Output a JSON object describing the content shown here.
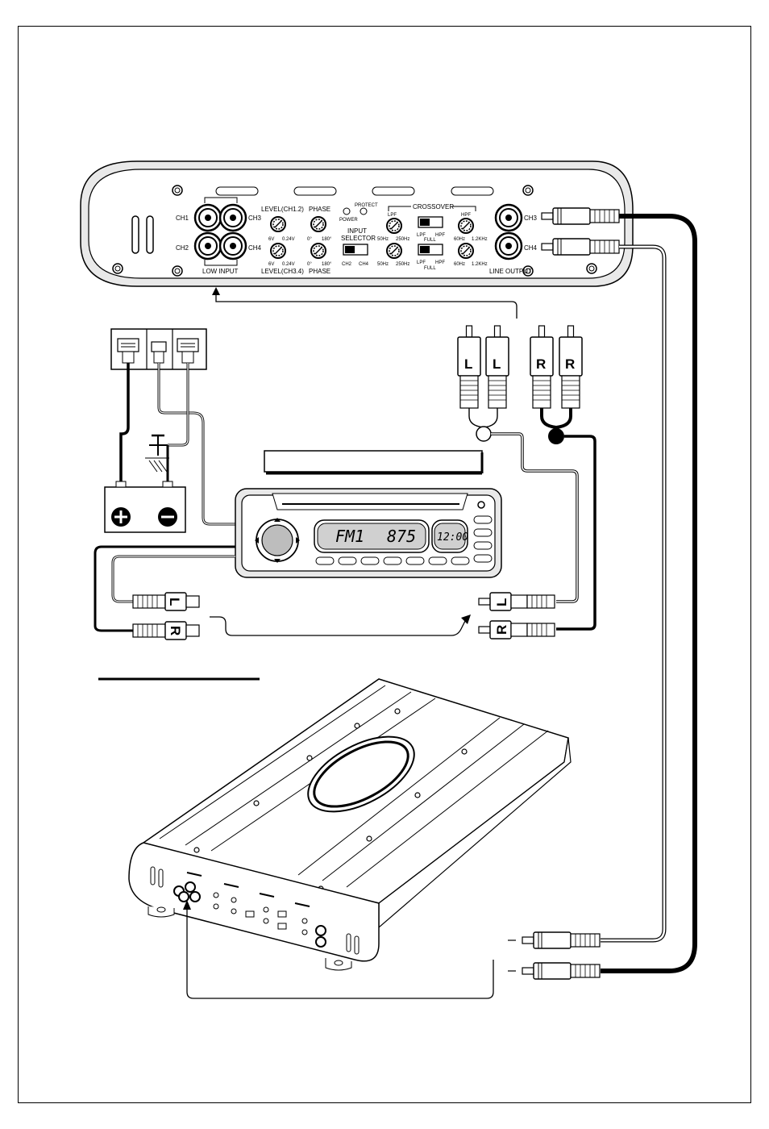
{
  "amplifier_panel": {
    "channels": {
      "ch1": "CH1",
      "ch2": "CH2",
      "ch3": "CH3",
      "ch4": "CH4",
      "out_ch3": "CH3",
      "out_ch4": "CH4"
    },
    "low_input": "LOW INPUT",
    "line_output": "LINE OUTPUT",
    "level_ch12": "LEVEL(CH1.2)",
    "level_ch34": "LEVEL(CH3.4)",
    "phase_top": "PHASE",
    "phase_bottom": "PHASE",
    "level_min": "6V",
    "level_max": "0.24V",
    "level_min_2": "6V",
    "level_max_2": "0.24V",
    "phase_0": "0°",
    "phase_180": "180°",
    "phase_0_2": "0°",
    "phase_180_2": "180°",
    "power": "POWER",
    "protect": "PROTECT",
    "input_selector_1": "INPUT",
    "input_selector_2": "SELECTOR",
    "sel_ch2": "CH2",
    "sel_ch4": "CH4",
    "crossover": "CROSSOVER",
    "lpf": "LPF",
    "hpf": "HPF",
    "lpf_freq_lo": "50Hz",
    "lpf_freq_hi": "250Hz",
    "lpf_freq_lo_2": "50Hz",
    "lpf_freq_hi_2": "250Hz",
    "hpf_freq_lo": "60Hz",
    "hpf_freq_hi": "1.2KHz",
    "hpf_freq_lo_2": "60Hz",
    "hpf_freq_hi_2": "1.2KHz",
    "sw_lpf": "LPF",
    "sw_hpf": "HPF",
    "sw_full": "FULL",
    "sw_lpf_2": "LPF",
    "sw_hpf_2": "HPF",
    "sw_full_2": "FULL"
  },
  "rca_plugs": {
    "left_1": "L",
    "left_2": "L",
    "right_1": "R",
    "right_2": "R",
    "head_left_out": "L",
    "head_right_out": "R",
    "amp_left_in": "L",
    "amp_right_in": "R"
  },
  "battery": {
    "positive": "+",
    "negative": "−"
  },
  "head_unit": {
    "band": "FM1",
    "frequency": "875",
    "clock": "12:00"
  }
}
